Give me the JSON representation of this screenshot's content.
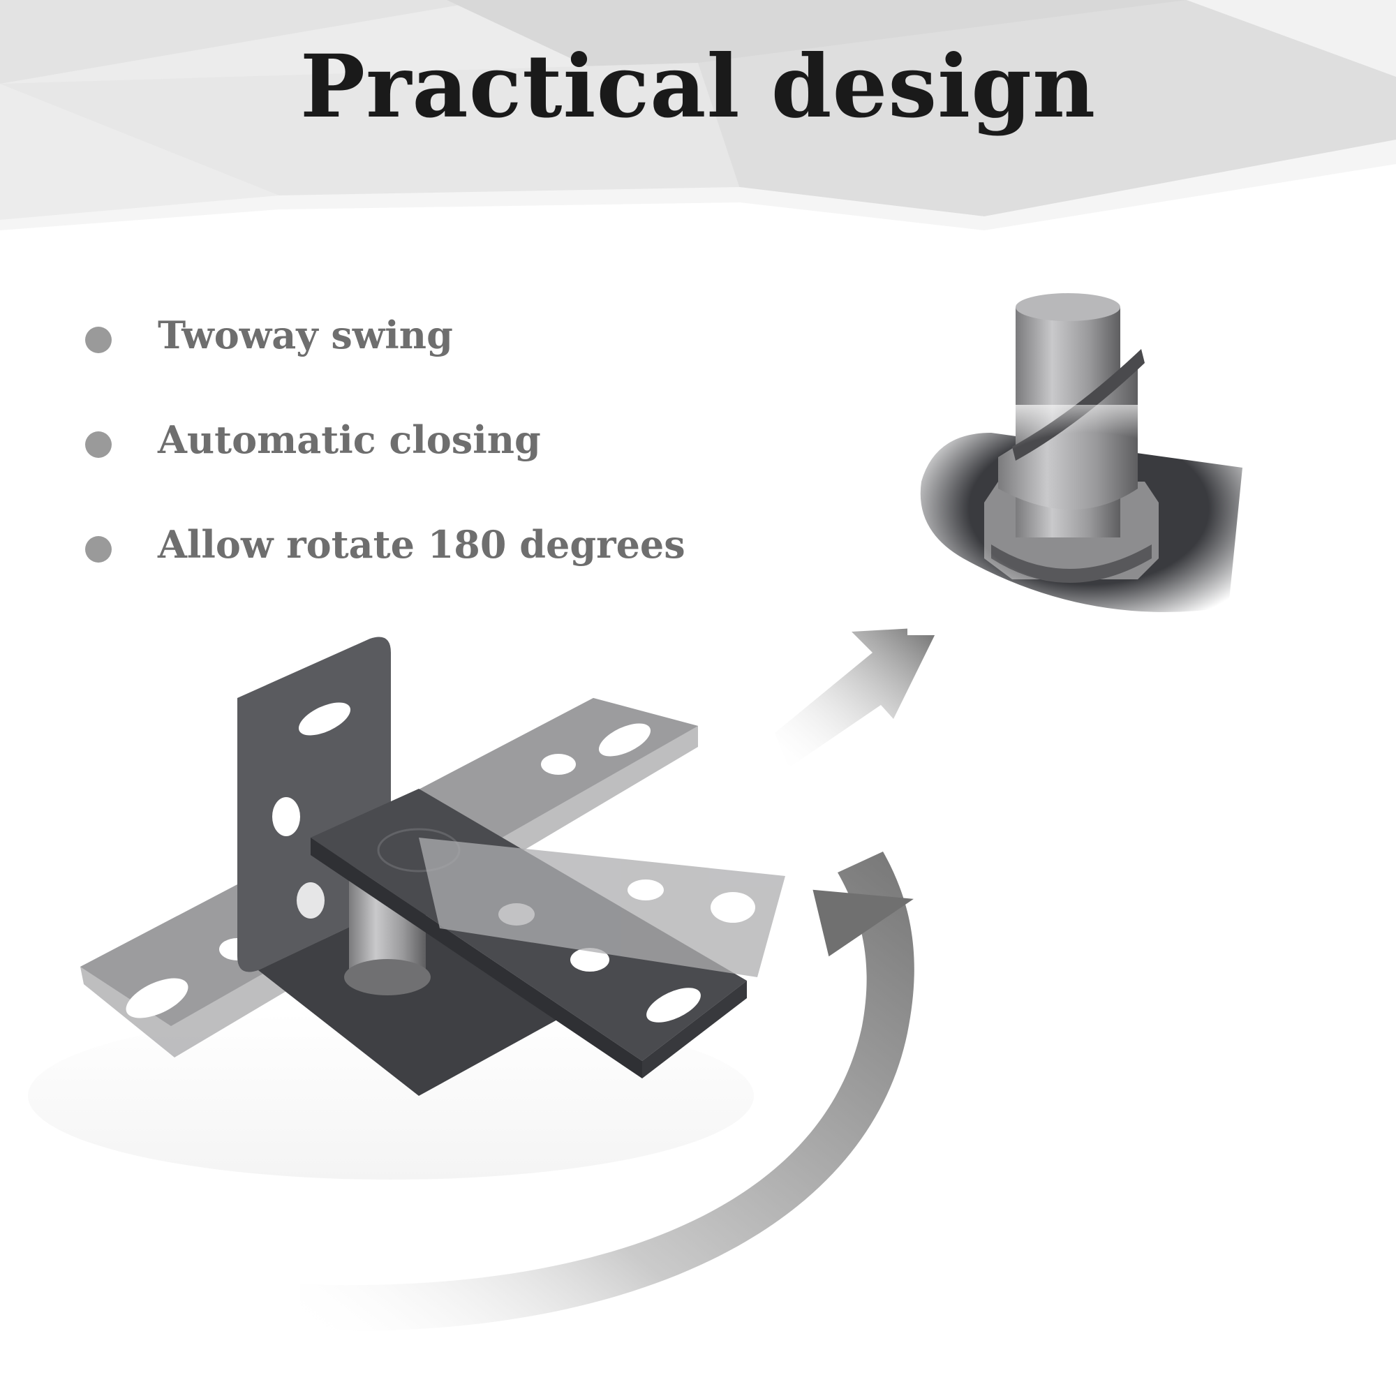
{
  "title": "Practical design",
  "features": [
    {
      "label": "Twoway swing",
      "icon": "bullet-dot-icon"
    },
    {
      "label": "Automatic closing",
      "icon": "bullet-dot-icon"
    },
    {
      "label": "Allow rotate 180 degrees",
      "icon": "bullet-dot-icon"
    }
  ],
  "colors": {
    "title": "#1a1a1a",
    "feature_text": "#6e6e6e",
    "bullet": "#9a9a9a",
    "metal_dark": "#4a4b4f",
    "metal_light": "#a7a7a9",
    "background_shapes": "#e2e2e2"
  },
  "icons": {
    "rotation_arrow": "curved-rotation-arrow-icon",
    "direction_arrow": "diagonal-arrow-icon"
  }
}
